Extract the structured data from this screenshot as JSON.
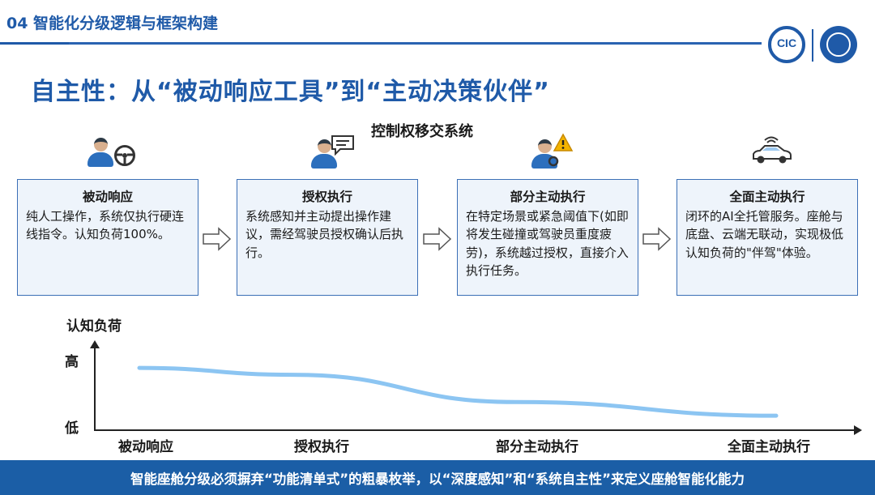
{
  "header": {
    "section_title": "04 智能化分级逻辑与框架构建",
    "logo_left_text": "CIC"
  },
  "main_heading": "自主性：从“被动响应工具”到“主动决策伙伴”",
  "subheading": "控制权移交系统",
  "stages": [
    {
      "title": "被动响应",
      "description": "纯人工操作，系统仅执行硬连线指令。认知负荷100%。",
      "icon": "driver-steering-wheel-icon"
    },
    {
      "title": "授权执行",
      "description": "系统感知并主动提出操作建议，需经驾驶员授权确认后执行。",
      "icon": "driver-speech-bubble-icon"
    },
    {
      "title": "部分主动执行",
      "description": "在特定场景或紧急阈值下(如即将发生碰撞或驾驶员重度疲劳)，系统越过授权，直接介入执行任务。",
      "icon": "driver-warning-icon"
    },
    {
      "title": "全面主动执行",
      "description": "闭环的AI全托管服务。座舱与底盘、云端无联动，实现极低认知负荷的\"伴驾\"体验。",
      "icon": "connected-car-icon"
    }
  ],
  "chart_data": {
    "type": "line",
    "title": "",
    "ylabel": "认知负荷",
    "xlabel": "",
    "y_ticks": [
      "高",
      "低"
    ],
    "categories": [
      "被动响应",
      "授权执行",
      "部分主动执行",
      "全面主动执行"
    ],
    "series": [
      {
        "values": [
          0.9,
          0.8,
          0.4,
          0.2
        ]
      }
    ],
    "ylim": [
      0,
      1
    ],
    "grid": false,
    "line_color": "#8cc5f2"
  },
  "footer": {
    "text": "智能座舱分级必须摒弃“功能清单式”的粗暴枚举，以“深度感知”和“系统自主性”来定义座舱智能化能力"
  },
  "colors": {
    "brand": "#1f5aa8",
    "box_fill": "#eef4fb",
    "footer_bg": "#1b5ea6"
  }
}
